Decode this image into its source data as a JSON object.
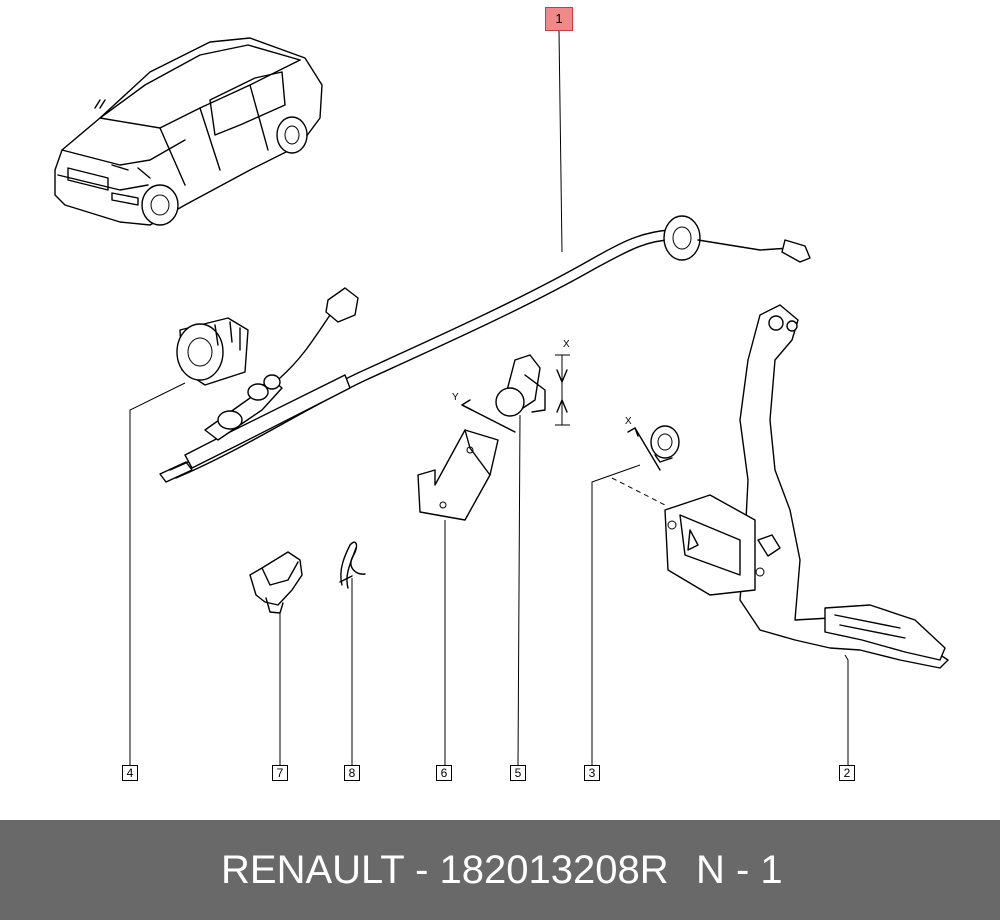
{
  "callouts": {
    "c1": "1",
    "c2": "2",
    "c3": "3",
    "c4": "4",
    "c5": "5",
    "c6": "6",
    "c7": "7",
    "c8": "8"
  },
  "dimension_labels": {
    "x_upper": "X",
    "y": "Y",
    "x_lower": "X"
  },
  "footer": {
    "brand_part": "RENAULT - 182013208R",
    "quantity": "N - 1"
  },
  "colors": {
    "highlight": "#f08a8a",
    "footer_bg": "#696969",
    "footer_text": "#ffffff"
  }
}
